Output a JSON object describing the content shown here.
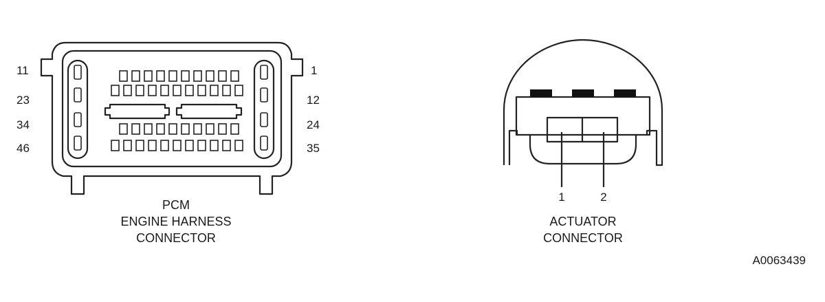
{
  "pcm": {
    "pin_labels": {
      "top_left": "11",
      "row2_left": "23",
      "row3_left": "34",
      "row4_left": "46",
      "top_right": "1",
      "row2_right": "12",
      "row3_right": "24",
      "row4_right": "35"
    },
    "caption": [
      "PCM",
      "ENGINE HARNESS",
      "CONNECTOR"
    ]
  },
  "actuator": {
    "pin_labels": [
      "1",
      "2"
    ],
    "caption": [
      "ACTUATOR",
      "CONNECTOR"
    ]
  },
  "figure_id": "A0063439"
}
